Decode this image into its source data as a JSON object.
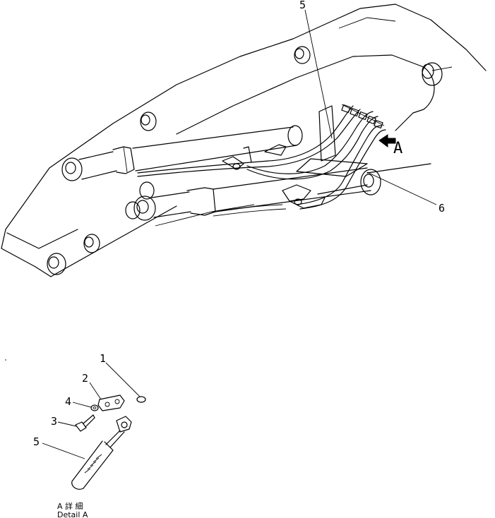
{
  "callouts": {
    "c1": "1",
    "c2": "2",
    "c3": "3",
    "c4": "4",
    "c5_detail": "5",
    "c5_main": "5",
    "c6": "6",
    "view_arrow": "A"
  },
  "detail_caption": {
    "line1": "A 詳 細",
    "line2": "Detail A"
  }
}
